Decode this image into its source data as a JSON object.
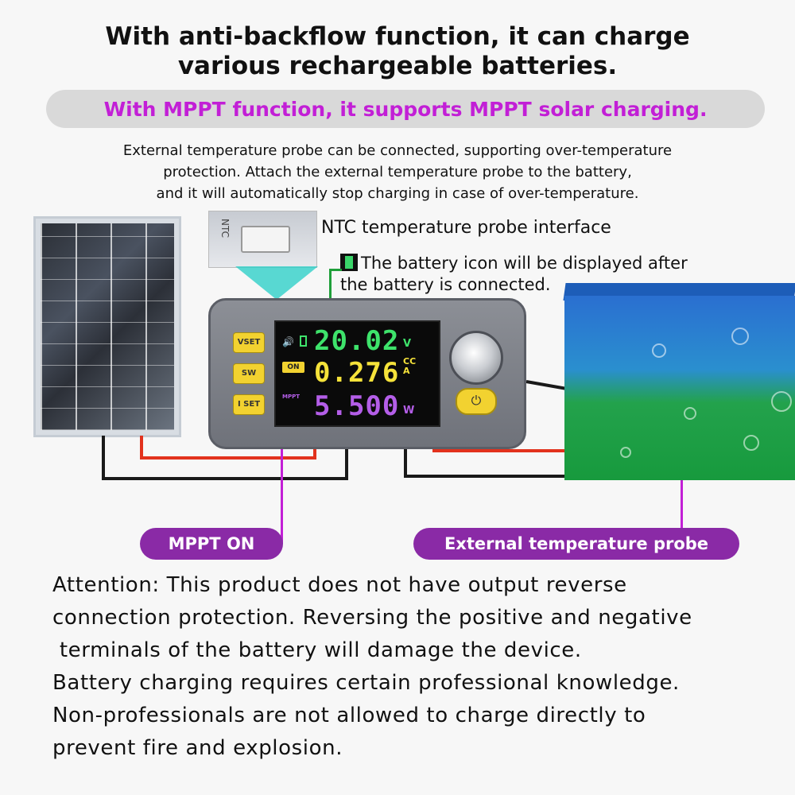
{
  "headline": {
    "line1": "With anti-backflow function, it can charge",
    "line2": "various rechargeable batteries."
  },
  "mppt_banner": "With MPPT function, it supports MPPT solar charging.",
  "probe_description": {
    "line1": "External temperature probe can be connected, supporting over-temperature",
    "line2": "protection. Attach the external temperature probe to the battery,",
    "line3": "and it will automatically stop charging in case of over-temperature."
  },
  "ntc_caption": "NTC temperature probe interface",
  "ntc_connector_label": "NTC",
  "battery_icon_note": {
    "line1": "The battery icon will be displayed after",
    "line2": "the battery is connected."
  },
  "device": {
    "buttons": [
      "VSET",
      "SW",
      "I SET"
    ],
    "voltage": "20.02",
    "voltage_unit": "V",
    "current": "0.276",
    "current_unit_top": "CC",
    "current_unit_bottom": "A",
    "power": "5.500",
    "power_unit": "W",
    "on_tag": "ON",
    "mppt_tag": "MPPT",
    "power_button_icon": "power-icon"
  },
  "callouts": {
    "mppt_on": "MPPT ON",
    "external_probe": "External temperature probe"
  },
  "attention": [
    "Attention: This product does not have output reverse",
    "connection protection. Reversing the positive and negative",
    " terminals of the battery will damage the device.",
    "Battery charging requires certain professional knowledge.",
    "Non-professionals are not allowed to charge directly to",
    "prevent fire and explosion."
  ],
  "colors": {
    "accent_magenta": "#c21fd6",
    "callout_purple": "#8a2aa6",
    "voltage_green": "#3ee36b",
    "current_yellow": "#f5e23a",
    "power_purple": "#b45ee8"
  }
}
